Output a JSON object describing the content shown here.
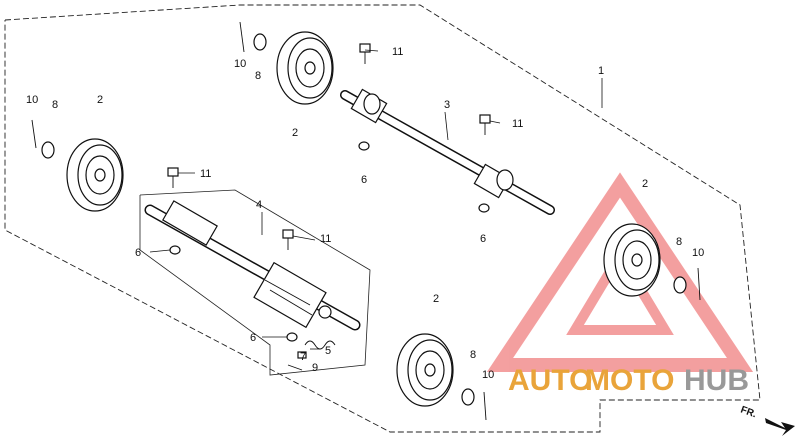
{
  "watermark": {
    "part1": "AUTO",
    "part2": "MOTO",
    "part3": "HUB",
    "color_primary": "#e9a43a",
    "color_secondary": "#999999",
    "triangle_color": "#f08080"
  },
  "front_marker": "FR.",
  "callouts": {
    "c1": "1",
    "c2a": "2",
    "c2b": "2",
    "c2c": "2",
    "c2d": "2",
    "c3": "3",
    "c4": "4",
    "c5": "5",
    "c6a": "6",
    "c6b": "6",
    "c6c": "6",
    "c6d": "6",
    "c7": "7",
    "c8a": "8",
    "c8b": "8",
    "c8c": "8",
    "c8d": "8",
    "c9": "9",
    "c10a": "10",
    "c10b": "10",
    "c10c": "10",
    "c10d": "10",
    "c11a": "11",
    "c11b": "11",
    "c11c": "11",
    "c11d": "11"
  }
}
